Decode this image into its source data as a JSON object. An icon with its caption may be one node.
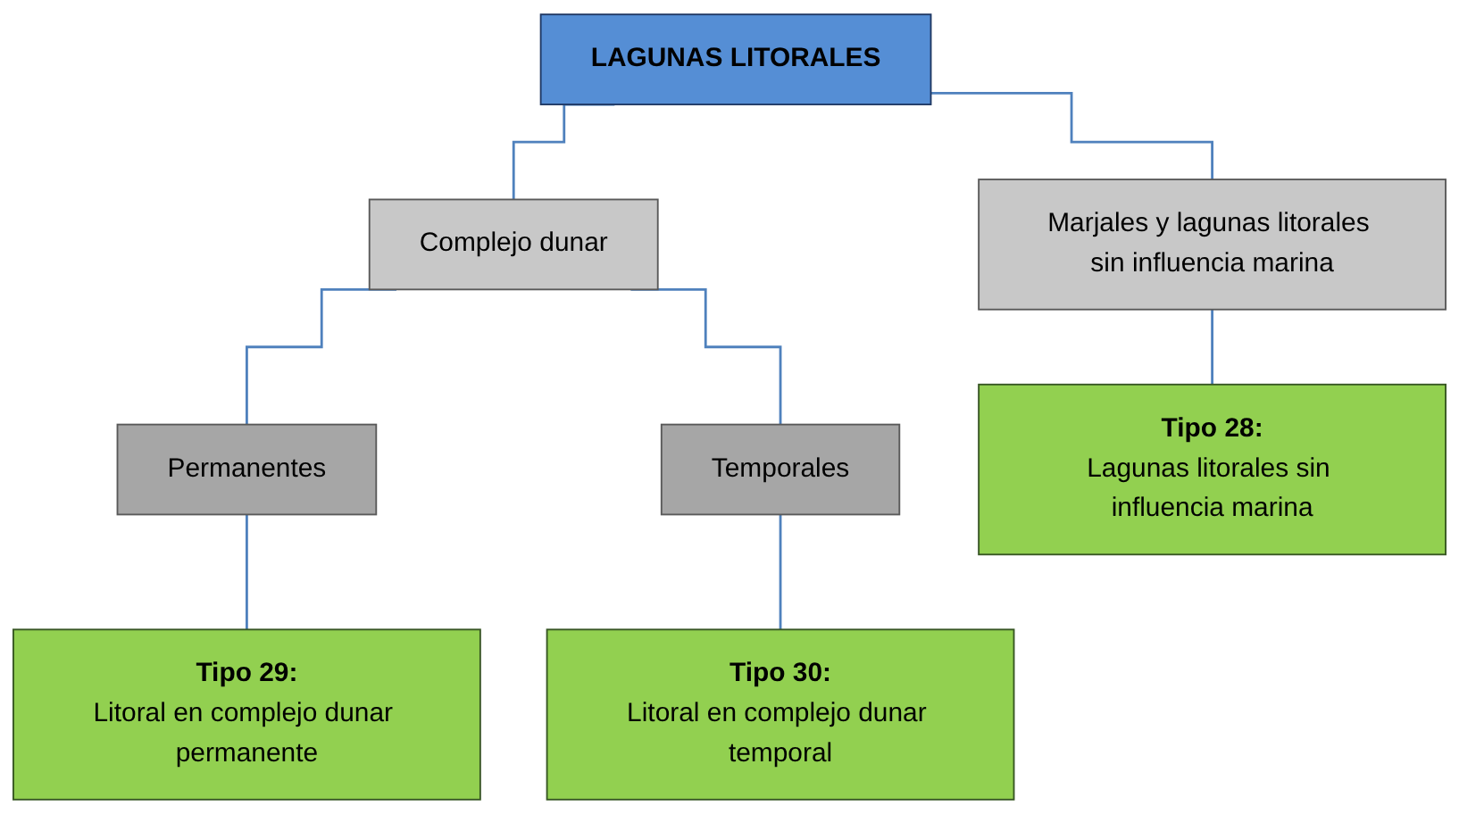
{
  "diagram": {
    "nodes": [
      {
        "text": [
          "LAGUNAS LITORALES"
        ]
      },
      {
        "text": [
          "Marjales y lagunas litorales sin influencia marina"
        ]
      },
      {
        "text": [
          "Complejo dunar"
        ]
      },
      {
        "text": [
          "Permanentes"
        ]
      },
      {
        "text": [
          "Temporales"
        ]
      },
      {
        "text": [
          "Tipo 28:",
          "Lagunas litorales sin influencia marina"
        ]
      },
      {
        "text": [
          "Tipo 29:",
          "Litoral en complejo dunar permanente"
        ]
      },
      {
        "text": [
          "Tipo 30:",
          "Litoral en complejo dunar temporal"
        ]
      }
    ],
    "edges": [
      {
        "from": 0,
        "to": 1,
        "arrow": "none"
      },
      {
        "from": 0,
        "to": 2,
        "arrow": "none"
      },
      {
        "from": 1,
        "to": 5,
        "arrow": "none"
      },
      {
        "from": 2,
        "to": 3,
        "arrow": "none"
      },
      {
        "from": 2,
        "to": 4,
        "arrow": "none"
      },
      {
        "from": 3,
        "to": 6,
        "arrow": "none"
      },
      {
        "from": 4,
        "to": 7,
        "arrow": "none"
      }
    ]
  }
}
